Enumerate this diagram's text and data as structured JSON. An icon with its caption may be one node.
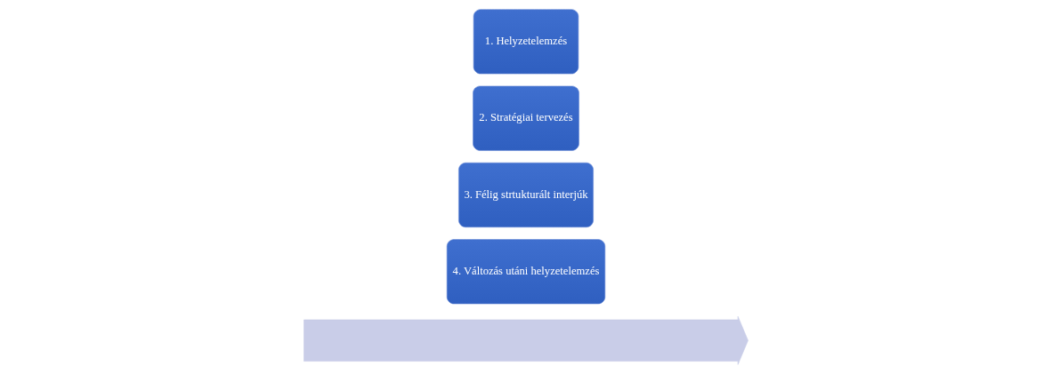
{
  "diagram": {
    "nodes": [
      {
        "text": [],
        "shape": "arrow"
      },
      {
        "text": [
          "1. Helyzetelemzés"
        ]
      },
      {
        "text": [
          "2. Stratégiai tervezés"
        ]
      },
      {
        "text": [
          "3. Félig strtukturált interjúk"
        ]
      },
      {
        "text": [
          "4. Változás utáni helyzetelemzés"
        ]
      }
    ],
    "edges": []
  }
}
